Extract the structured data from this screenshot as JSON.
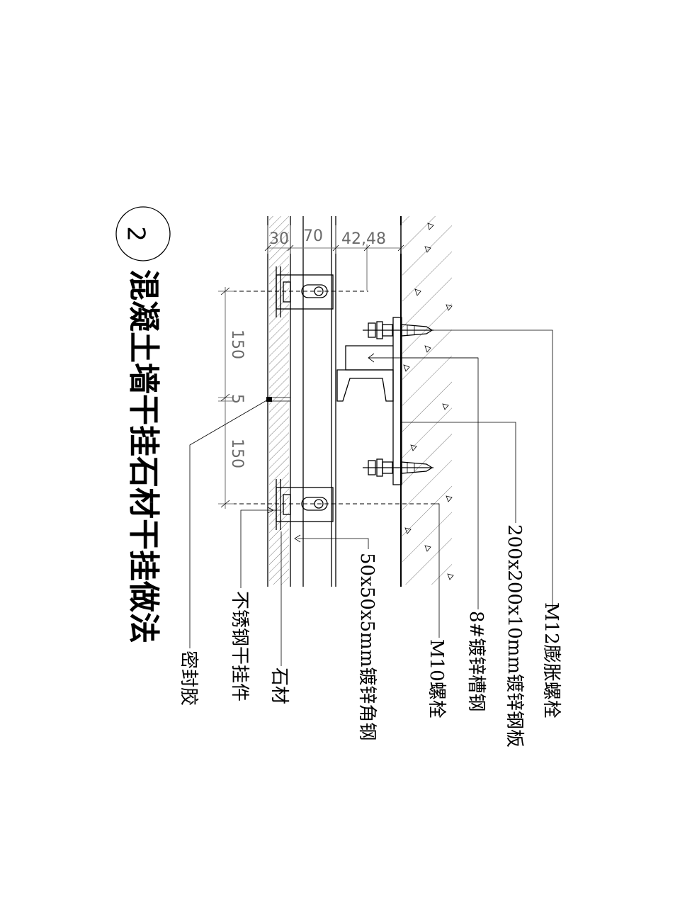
{
  "drawing": {
    "detail_number": "2",
    "title": "混凝土墙干挂石材干挂做法",
    "dimensions": {
      "top": [
        "30",
        "70",
        "42,48"
      ],
      "left": [
        "150",
        "5",
        "150"
      ]
    },
    "labels": {
      "expansion_bolt": "M12膨胀螺栓",
      "steel_plate": "200x200x10mm镀锌钢板",
      "channel_steel": "8#镀锌槽钢",
      "bolt_m10": "M10螺栓",
      "angle_steel": "50x50x5mm镀锌角钢",
      "stone": "石材",
      "stainless_hanger": "不锈钢干挂件",
      "sealant": "密封胶"
    }
  }
}
